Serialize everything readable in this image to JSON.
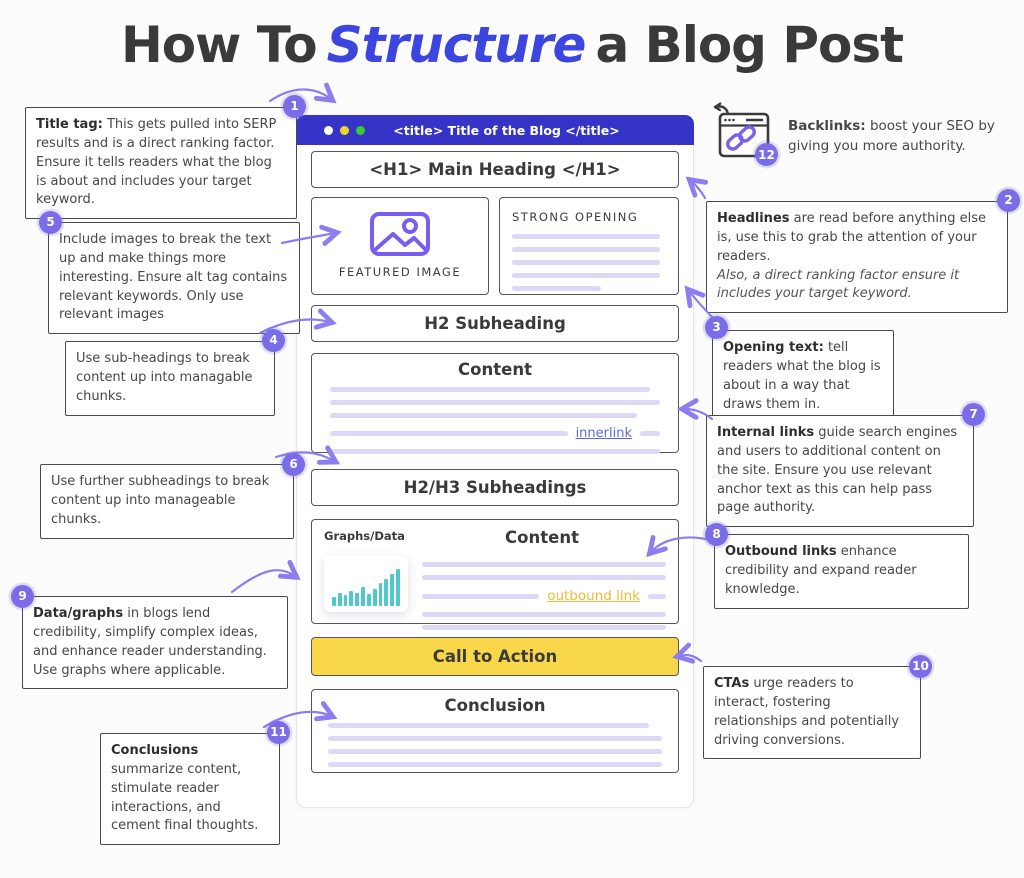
{
  "title": {
    "prefix": "How To",
    "accent": "Structure",
    "suffix": "a Blog Post"
  },
  "browser": {
    "titlebar": "<title> Title of the Blog </title>",
    "h1_box": "<H1> Main Heading </H1>",
    "featured_image": "FEATURED IMAGE",
    "strong_opening": "STRONG OPENING",
    "h2_box": "H2 Subheading",
    "content_1": {
      "title": "Content",
      "link": "innerlink"
    },
    "h2h3_box": "H2/H3 Subheadings",
    "content_2": {
      "title": "Content",
      "graph_label": "Graphs/Data",
      "link": "outbound link"
    },
    "cta": "Call to Action",
    "conclusion": "Conclusion"
  },
  "annotations": {
    "a1": {
      "num": "1",
      "lead": "Title tag:",
      "text": "This gets pulled into SERP results and is a direct ranking factor. Ensure it tells  readers what the blog is about and includes your target keyword."
    },
    "a2": {
      "num": "2",
      "lead": "Headlines",
      "text": "are read before anything else is, use this to grab the attention of your readers.",
      "italic": "Also, a direct ranking factor ensure it includes your target keyword."
    },
    "a3": {
      "num": "3",
      "lead": "Opening text:",
      "text": "tell readers what the blog is about in a way that draws them in."
    },
    "a4": {
      "num": "4",
      "lead": "",
      "text": "Use sub-headings to break content up into managable chunks."
    },
    "a5": {
      "num": "5",
      "lead": "",
      "text": "Include images to break the text up and make things more interesting. Ensure alt tag contains relevant keywords.  Only use relevant images"
    },
    "a6": {
      "num": "6",
      "lead": "",
      "text": "Use further subheadings to break content up into manageable chunks."
    },
    "a7": {
      "num": "7",
      "lead": "Internal links",
      "text": "guide search engines and users to additional content on the site. Ensure you use relevant anchor text as this can help pass page authority."
    },
    "a8": {
      "num": "8",
      "lead": "Outbound links",
      "text": "enhance credibility and expand reader knowledge."
    },
    "a9": {
      "num": "9",
      "lead": "Data/graphs",
      "text": "in blogs lend credibility, simplify complex ideas, and enhance reader understanding. Use graphs where applicable."
    },
    "a10": {
      "num": "10",
      "lead": "CTAs",
      "text": "urge readers to interact, fostering  relationships and potentially driving conversions."
    },
    "a11": {
      "num": "11",
      "lead": "Conclusions",
      "text": "summarize content, stimulate reader interactions, and cement final thoughts."
    },
    "a12": {
      "num": "12",
      "lead": "Backlinks:",
      "text": "boost your SEO by giving you more authority."
    }
  },
  "icons": {
    "backlinks": "chain-link-browser-icon",
    "featured": "image-icon",
    "window_dots": "window-control-dots",
    "mini_chart": "bar-chart-icon"
  },
  "colors": {
    "accent_purple": "#7b6ce8",
    "bar_blue": "#3634c6",
    "title_accent": "#3c45e0",
    "cta_yellow": "#f8d84a",
    "link_blue": "#5b6ce0",
    "link_yellow": "#efb937",
    "chart_teal": "#4fc9c9"
  }
}
